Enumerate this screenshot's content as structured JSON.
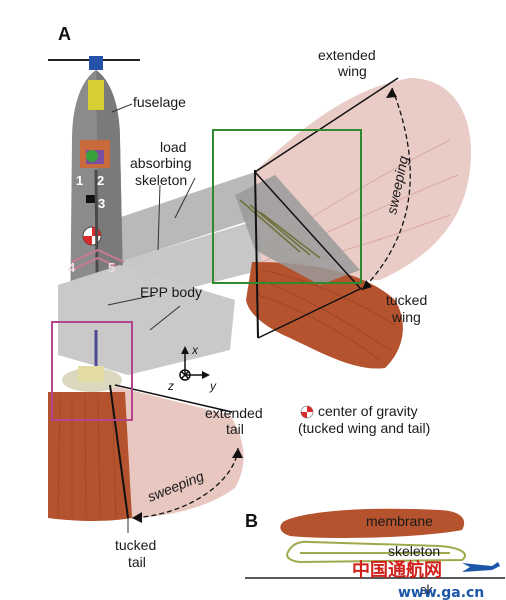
{
  "panels": {
    "a": "A",
    "b": "B"
  },
  "labels": {
    "fuselage": "fuselage",
    "skeleton_line1": "load",
    "skeleton_line2": "absorbing",
    "skeleton_line3": "skeleton",
    "extended_wing_line1": "extended",
    "extended_wing_line2": "wing",
    "sweeping_wing": "sweeping",
    "tucked_wing_line1": "tucked",
    "tucked_wing_line2": "wing",
    "epp_body": "EPP body",
    "extended_tail_line1": "extended",
    "extended_tail_line2": "tail",
    "cog_line1": "center of gravity",
    "cog_line2": "(tucked wing and tail)",
    "sweeping_tail": "sweeping",
    "tucked_tail_line1": "tucked",
    "tucked_tail_line2": "tail",
    "membrane": "membrane",
    "skeleton_b": "skeleton",
    "b_bottom": "sk"
  },
  "components": {
    "c1": "1",
    "c2": "2",
    "c3": "3",
    "c4": "4",
    "c5": "5"
  },
  "axes": {
    "x": "x",
    "y": "y",
    "z": "z"
  },
  "watermark": {
    "text": "中国通航网",
    "url": "www.ga.cn"
  },
  "colors": {
    "membrane": "#b4532e",
    "membrane_light": "#e7c3bd",
    "fuselage": "#8b8b8b",
    "body_gray": "#c9c9c9",
    "highlight_green": "#2f8a2f",
    "highlight_magenta": "#b5458f",
    "watermark_red": "#d0201c",
    "watermark_blue": "#1b56a8"
  }
}
